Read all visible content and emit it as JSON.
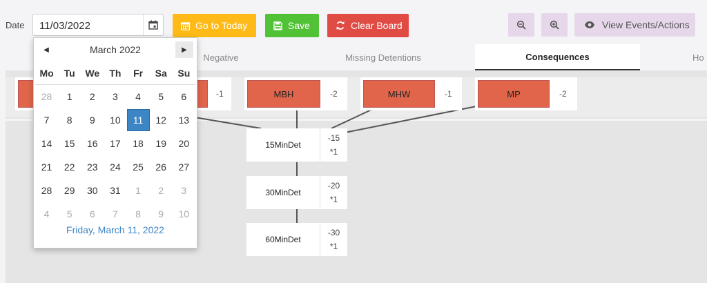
{
  "toolbar": {
    "date_label": "Date",
    "date_value": "11/03/2022",
    "today_label": "Go to Today",
    "save_label": "Save",
    "clear_label": "Clear Board",
    "view_label": "View Events/Actions",
    "colors": {
      "today": "#ffba18",
      "save": "#51c135",
      "clear": "#e04b44",
      "secondary": "#e6d8ea"
    }
  },
  "tabs": [
    {
      "label": "Negative"
    },
    {
      "label": "Missing Detentions"
    },
    {
      "label": "Consequences",
      "active": true
    },
    {
      "label": "Ho"
    }
  ],
  "board": {
    "top_nodes": [
      {
        "label": "",
        "points": "-1"
      },
      {
        "label": "MBH",
        "points": "-2"
      },
      {
        "label": "MHW",
        "points": "-1"
      },
      {
        "label": "MP",
        "points": "-2"
      }
    ],
    "detentions": [
      {
        "label": "15MinDet",
        "points": "-15",
        "mult": "*1"
      },
      {
        "label": "30MinDet",
        "points": "-20",
        "mult": "*1"
      },
      {
        "label": "60MinDet",
        "points": "-30",
        "mult": "*1"
      }
    ],
    "node_color": "#e0654a"
  },
  "calendar": {
    "title": "March 2022",
    "weekdays": [
      "Mo",
      "Tu",
      "We",
      "Th",
      "Fr",
      "Sa",
      "Su"
    ],
    "weeks": [
      [
        "28",
        "1",
        "2",
        "3",
        "4",
        "5",
        "6"
      ],
      [
        "7",
        "8",
        "9",
        "10",
        "11",
        "12",
        "13"
      ],
      [
        "14",
        "15",
        "16",
        "17",
        "18",
        "19",
        "20"
      ],
      [
        "21",
        "22",
        "23",
        "24",
        "25",
        "26",
        "27"
      ],
      [
        "28",
        "29",
        "30",
        "31",
        "1",
        "2",
        "3"
      ],
      [
        "4",
        "5",
        "6",
        "7",
        "8",
        "9",
        "10"
      ]
    ],
    "selected": "11",
    "footer": "Friday, March 11, 2022",
    "accent": "#3d86c6"
  }
}
